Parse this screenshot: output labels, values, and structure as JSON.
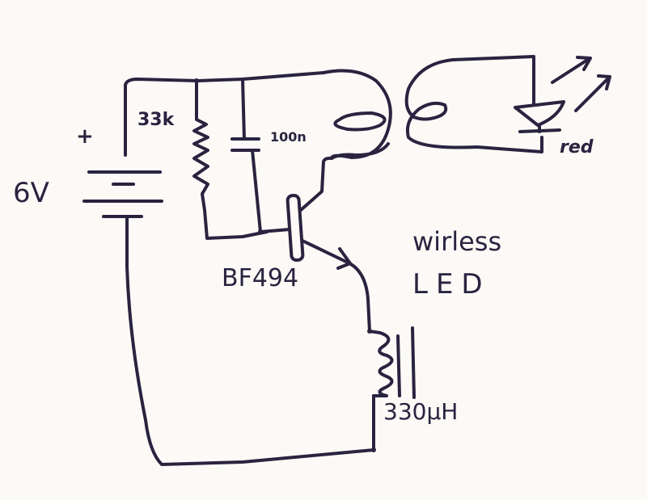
{
  "diagram": {
    "type": "hand-drawn circuit schematic",
    "title": "Wireless LED",
    "title_lines": [
      "wirless",
      "LED"
    ],
    "ink_color": "#2a2340",
    "paper_color": "#fbfaf6"
  },
  "components": {
    "battery": {
      "label": "6V",
      "polarity_mark": "+"
    },
    "resistor": {
      "label": "33k"
    },
    "capacitor": {
      "label": "100n"
    },
    "transistor": {
      "label": "BF494"
    },
    "inductor": {
      "label": "330µH"
    },
    "tx_coil": {
      "label": ""
    },
    "rx_coil": {
      "label": ""
    },
    "led": {
      "label": "red"
    }
  },
  "labels": {
    "battery_voltage": "6V",
    "battery_plus": "+",
    "resistor_value": "33k",
    "capacitor_value": "100n",
    "transistor_part": "BF494",
    "inductor_value": "330µH",
    "led_color": "red",
    "title_line1": "wirless",
    "title_line2": "LED"
  }
}
